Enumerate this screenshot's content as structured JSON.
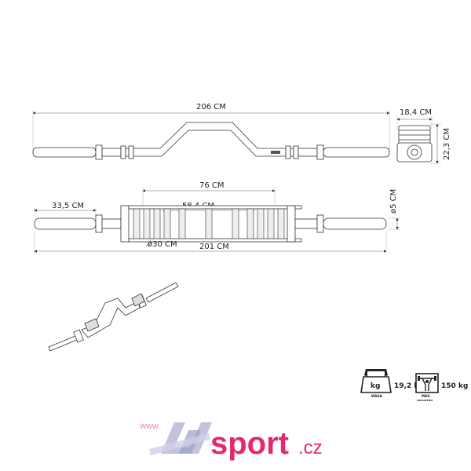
{
  "top_view": {
    "length_label": "206 CM",
    "width_label": "18,4 CM",
    "height_label": "22,3 CM"
  },
  "front_view": {
    "inner_length_label": "76 CM",
    "handle_length_label": "58,4 CM",
    "sleeve_label": "33,5 CM",
    "grip_diameter_label": "ø30 CM",
    "total_length_label": "201 CM",
    "sleeve_diameter_label": "ø5 CM"
  },
  "specs": {
    "weight_icon": "kettlebell-icon",
    "weight_unit": "kg",
    "weight_value": "19,2 kg",
    "weight_label": "WAGA",
    "max_load_icon": "lifter-icon",
    "max_load_value": "150 kg",
    "max_load_label": "MAX.",
    "max_load_sublabel": "OBCIĄŻENIE"
  },
  "logo": {
    "www": "www.",
    "brand": "sport",
    "tld": ".cz",
    "color": "#e6276e"
  }
}
